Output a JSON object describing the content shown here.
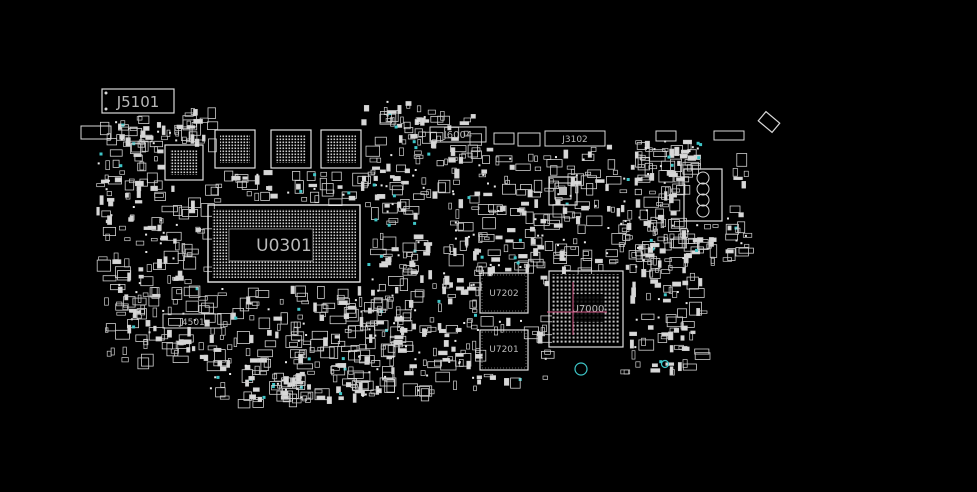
{
  "colors": {
    "background": "#000000",
    "silkscreen": "#d8d8d8",
    "accent_cyan": "#3ec6c8",
    "cursor_pink": "#d85a8a"
  },
  "labels": {
    "j5101": "J5101",
    "u0301": "U0301",
    "j6004": "J6004",
    "j3102": "J3102",
    "j4501": "J4501",
    "u7202": "U7202",
    "u7201": "U7201",
    "u7000": "U7000"
  }
}
